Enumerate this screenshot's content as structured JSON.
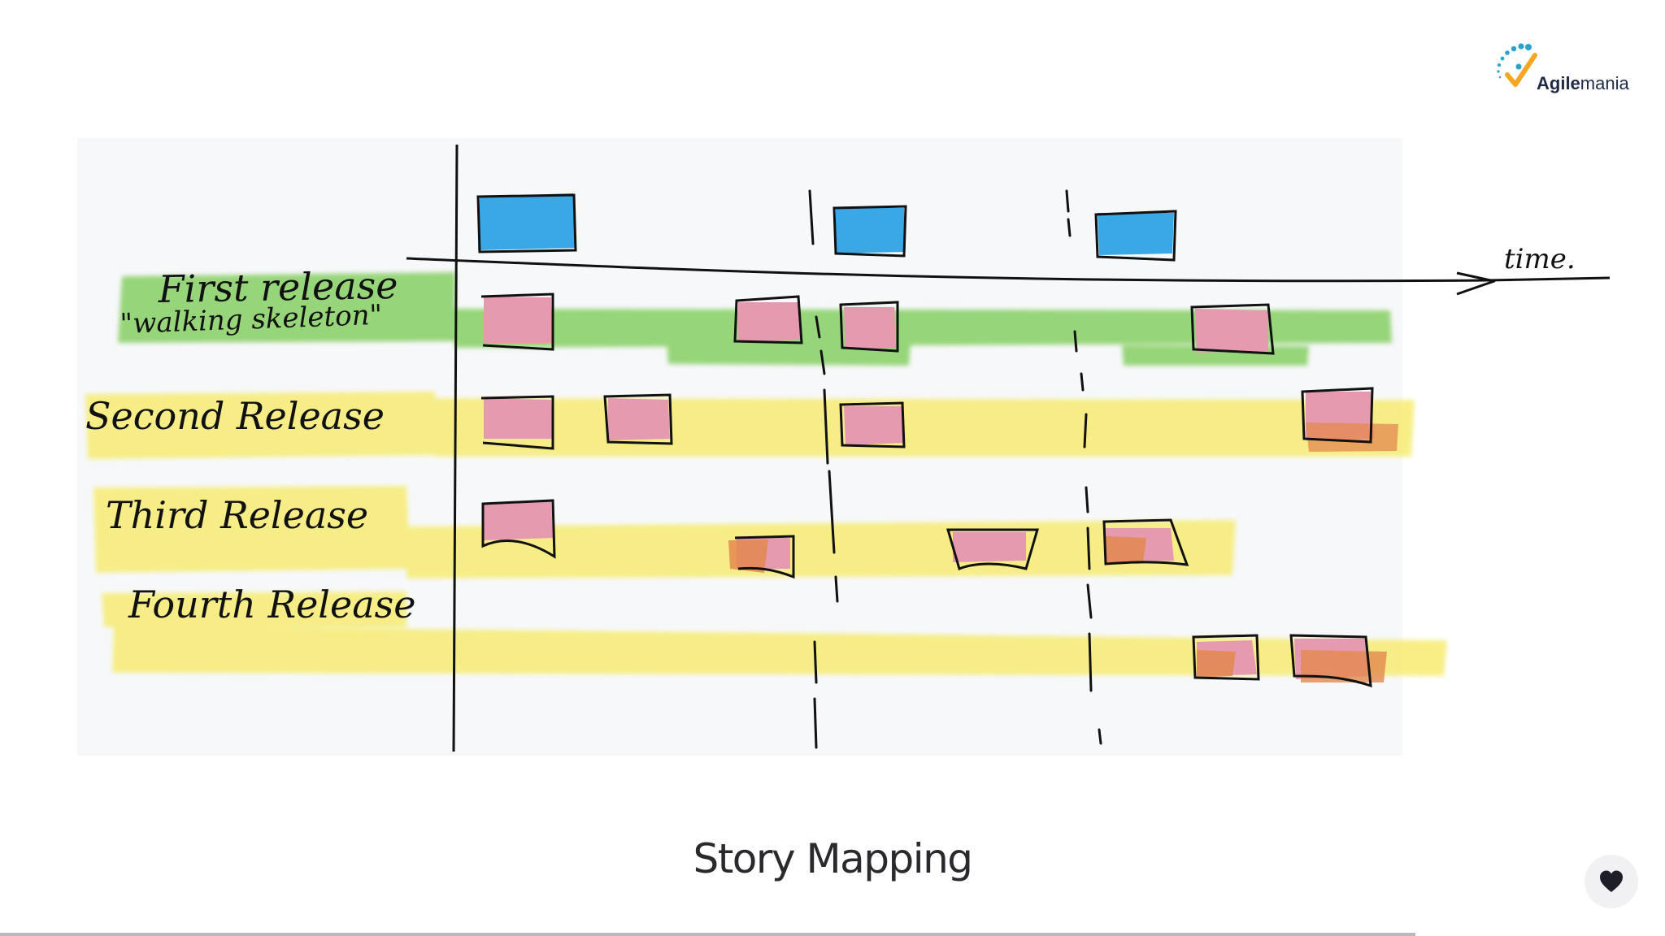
{
  "brand": {
    "name_bold": "Agile",
    "name_light": "mania",
    "colors": {
      "dots": "#29a3c9",
      "check": "#f5a623",
      "text": "#1f2a44"
    }
  },
  "sketch": {
    "axis_label": "time.",
    "rows": [
      {
        "label": "First release",
        "sublabel": "\"walking skeleton\""
      },
      {
        "label": "Second Release"
      },
      {
        "label": "Third Release"
      },
      {
        "label": "Fourth Release"
      }
    ],
    "colors": {
      "blue_card": "#3aa7e6",
      "pink_card": "#e59aaf",
      "orange_card": "#e3884f",
      "green_band": "#86cf63",
      "yellow_band": "#f6ec72"
    }
  },
  "slide": {
    "title": "Story Mapping"
  },
  "controls": {
    "like_icon": "heart-icon",
    "progress_fraction": 0.85
  }
}
